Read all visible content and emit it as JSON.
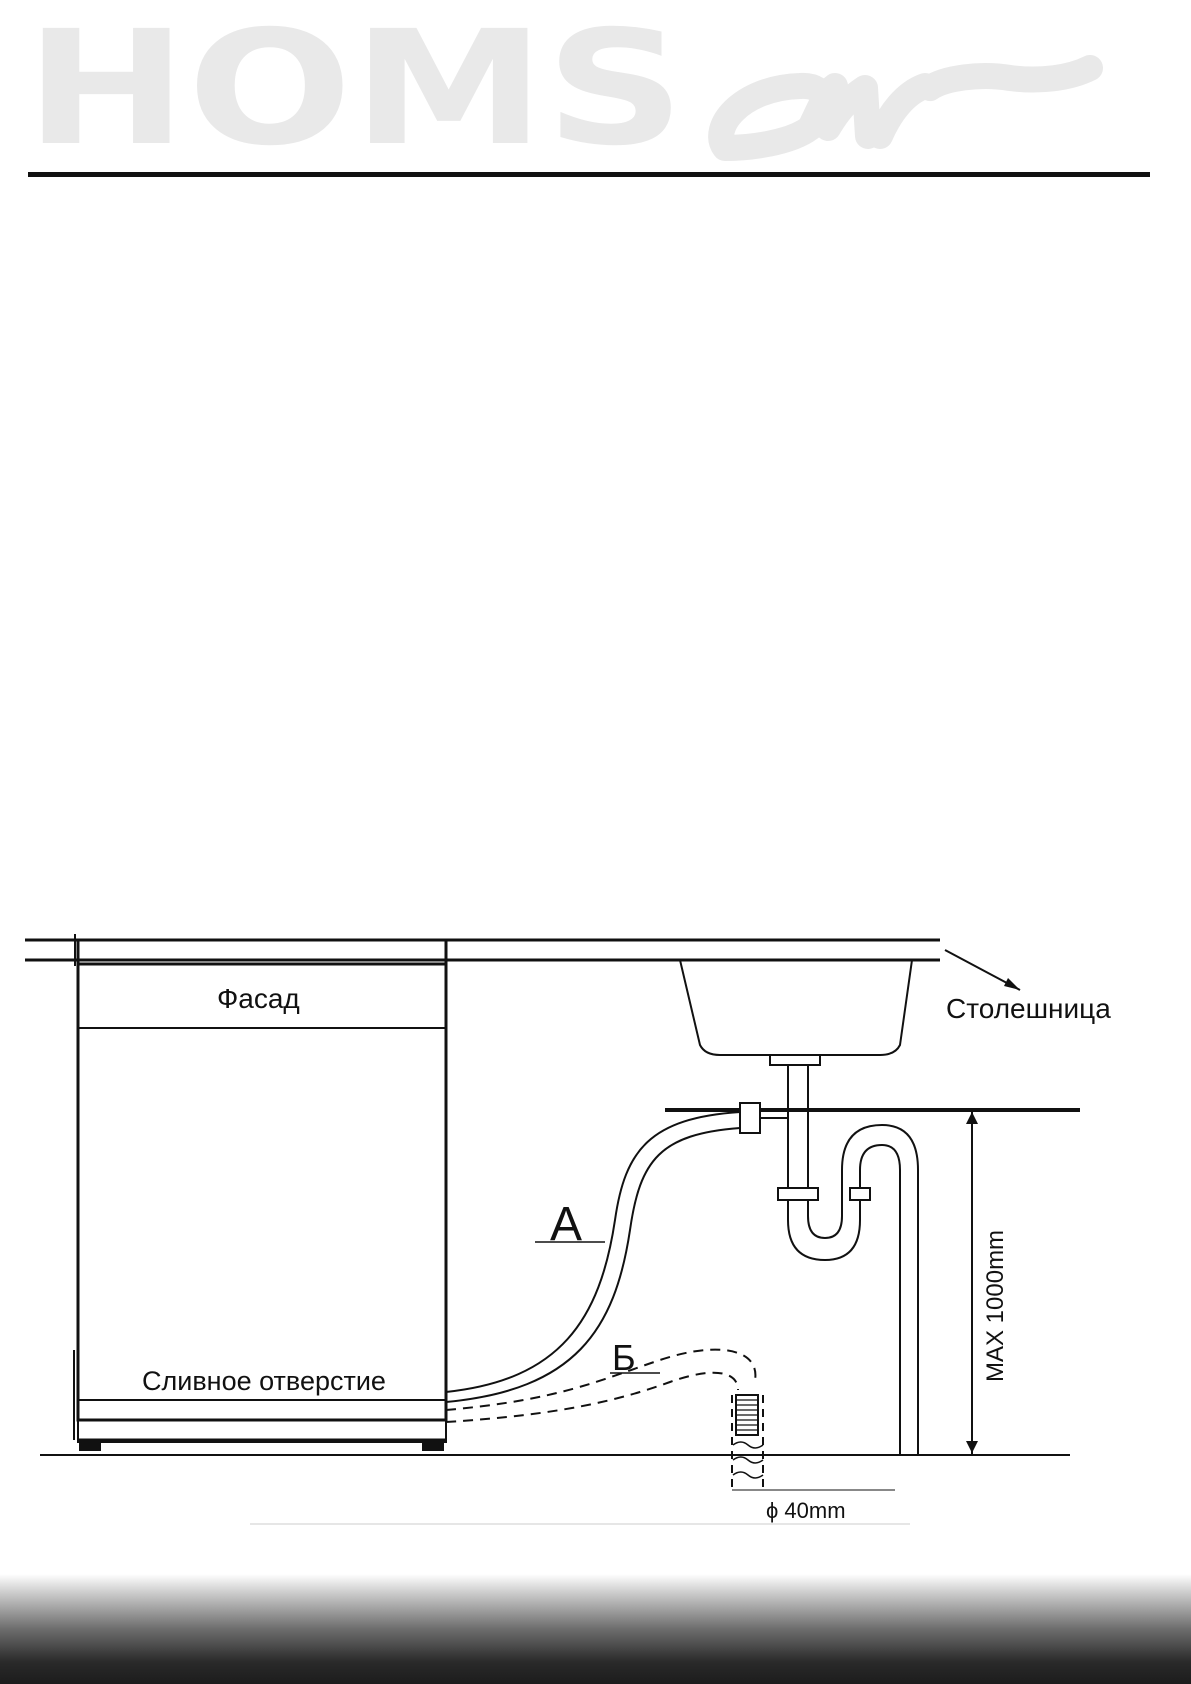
{
  "brand": {
    "logo_text": "HOMSair"
  },
  "diagram": {
    "facade_label": "Фасад",
    "countertop_label": "Столешница",
    "drain_outlet_label": "Сливное отверстие",
    "hose_a_label": "А",
    "hose_b_label": "Б",
    "max_height_label": "MAX 1000mm",
    "pipe_diameter_label": "ϕ 40mm"
  }
}
